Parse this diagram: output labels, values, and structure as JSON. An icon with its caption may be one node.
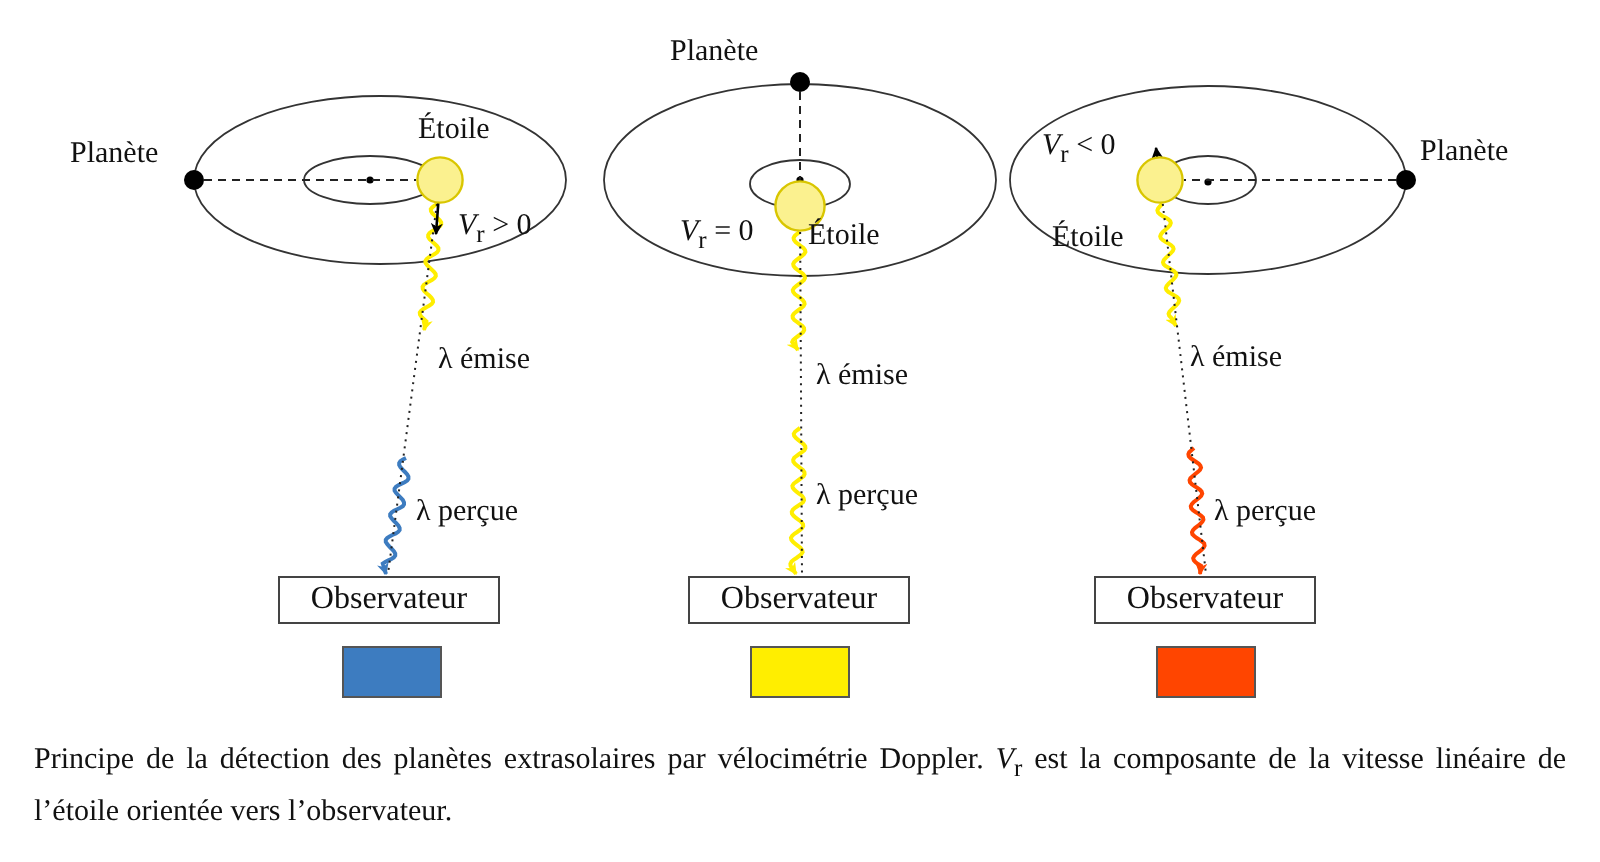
{
  "diagram": {
    "caption": "Principe de la détection des planètes extrasolaires par vélocimétrie Doppler. *V*$_{r}$ est la composante de la vitesse linéaire de l’étoile orientée vers l’observateur.",
    "nodes": [
      {
        "text": [
          "Planète"
        ]
      },
      {
        "text": [
          "Étoile"
        ]
      },
      {
        "text": [
          "Observateur"
        ]
      },
      {
        "text": [],
        "shape": "bar"
      },
      {
        "text": [
          "Planète"
        ]
      },
      {
        "text": [
          "Étoile"
        ]
      },
      {
        "text": [
          "Observateur"
        ]
      },
      {
        "text": [],
        "shape": "bar"
      },
      {
        "text": [
          "Planète"
        ]
      },
      {
        "text": [
          "Étoile"
        ]
      },
      {
        "text": [
          "Observateur"
        ]
      },
      {
        "text": [],
        "shape": "bar"
      }
    ],
    "edges": [
      {
        "from": 0,
        "to": 1,
        "arrow": "none",
        "style": "dashed"
      },
      {
        "from": 1,
        "to": null,
        "arrow": "to",
        "label": "λ émise",
        "color": "#ffee00"
      },
      {
        "from": null,
        "to": 2,
        "arrow": "to",
        "label": "λ perçue",
        "color": "#3d7cc0"
      },
      {
        "from": 1,
        "to": 2,
        "arrow": "none",
        "style": "dashed"
      },
      {
        "from": 4,
        "to": 5,
        "arrow": "none",
        "style": "dashed"
      },
      {
        "from": 5,
        "to": null,
        "arrow": "to",
        "label": "λ émise",
        "color": "#ffee00"
      },
      {
        "from": null,
        "to": 6,
        "arrow": "to",
        "label": "λ perçue",
        "color": "#ffee00"
      },
      {
        "from": 5,
        "to": 6,
        "arrow": "none",
        "style": "dashed"
      },
      {
        "from": 8,
        "to": 9,
        "arrow": "none",
        "style": "dashed"
      },
      {
        "from": 9,
        "to": null,
        "arrow": "to",
        "label": "λ émise",
        "color": "#ffee00"
      },
      {
        "from": null,
        "to": 10,
        "arrow": "to",
        "label": "λ perçue",
        "color": "#ff4500"
      },
      {
        "from": 9,
        "to": 10,
        "arrow": "none",
        "style": "dashed"
      }
    ],
    "labels": [
      "*V*$_{r}$ > 0",
      "*V*$_{r}$ = 0",
      "*V*$_{r}$ < 0"
    ]
  }
}
